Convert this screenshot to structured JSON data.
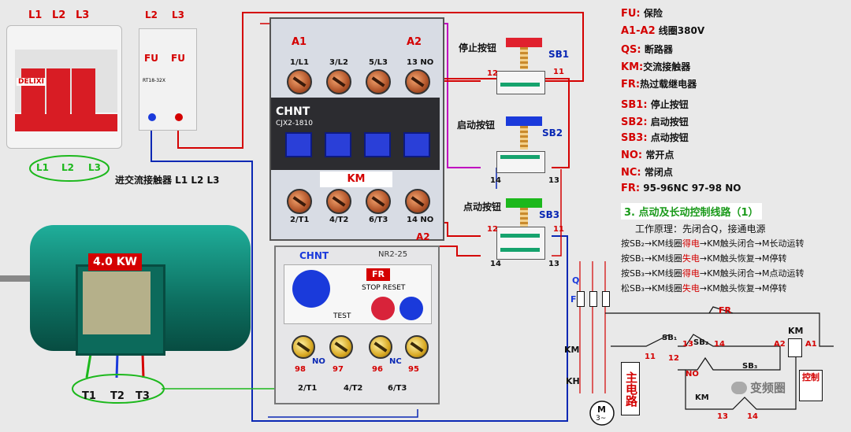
{
  "breaker": {
    "labels": [
      "L1",
      "L2",
      "L3"
    ],
    "brand": "DELIXI",
    "bottom_labels": [
      "L1",
      "L2",
      "L3"
    ]
  },
  "fuse": {
    "labels": [
      "L2",
      "L3"
    ],
    "fu": [
      "FU",
      "FU"
    ],
    "model": "RT18-32X"
  },
  "caption_inlet": "进交流接触器 L1 L2 L3",
  "contactor": {
    "brand": "CHNT",
    "model": "CJX2-1810",
    "km": "KM",
    "a1": "A1",
    "a2": "A2",
    "top_terms": [
      "1/L1",
      "3/L2",
      "5/L3",
      "13 NO"
    ],
    "bottom_terms": [
      "2/T1",
      "4/T2",
      "6/T3",
      "14 NO"
    ],
    "a2_bottom": "A2"
  },
  "overload": {
    "brand": "CHNT",
    "model": "NR2-25",
    "fr": "FR",
    "stop_reset": "STOP RESET",
    "test": "TEST",
    "nums": [
      "98",
      "97",
      "96",
      "95"
    ],
    "no": "NO",
    "nc": "NC",
    "bottom_terms": [
      "2/T1",
      "4/T2",
      "6/T3"
    ]
  },
  "motor": {
    "power": "4.0 KW",
    "terms": [
      "T1",
      "T2",
      "T3"
    ]
  },
  "buttons": {
    "stop": {
      "label": "停止按钮",
      "sb": "SB1",
      "pins": [
        "12",
        "11"
      ]
    },
    "start": {
      "label": "启动按钮",
      "sb": "SB2",
      "pins": [
        "14",
        "13"
      ]
    },
    "jog": {
      "label": "点动按钮",
      "sb": "SB3",
      "pins": [
        "12",
        "11",
        "14",
        "13"
      ]
    }
  },
  "legend": [
    {
      "k": "FU:",
      "v": "保险"
    },
    {
      "k": "A1-A2",
      "v": "线圈380V"
    },
    {
      "k": "QS:",
      "v": "断路器"
    },
    {
      "k": "KM:",
      "v": "交流接触器"
    },
    {
      "k": "FR:",
      "v": "热过载继电器"
    },
    {
      "k": "SB1:",
      "v": "停止按钮"
    },
    {
      "k": "SB2:",
      "v": "启动按钮"
    },
    {
      "k": "SB3:",
      "v": "点动按钮"
    },
    {
      "k": "NO:",
      "v": "常开点"
    },
    {
      "k": "NC:",
      "v": "常闭点"
    },
    {
      "k": "FR:",
      "v": "95-96NC  97-98 NO"
    }
  ],
  "section_title": "3. 点动及长动控制线路（1）",
  "principle": "工作原理：先闭合Q，接通电源",
  "steps": [
    {
      "a": "按SB₂→KM线圈",
      "b": "得电",
      "c": "→KM触头闭合→M长动运转"
    },
    {
      "a": "按SB₁→KM线圈",
      "b": "失电",
      "c": "→KM触头恢复→M停转"
    },
    {
      "a": "按SB₃→KM线圈",
      "b": "得电",
      "c": "→KM触头闭合→M点动运转"
    },
    {
      "a": "松SB₃→KM线圈",
      "b": "失电",
      "c": "→KM触头恢复→M停转"
    }
  ],
  "schematic": {
    "q": "Q",
    "fu": "FU",
    "km": "KM",
    "kh": "KH",
    "main": "主电路",
    "motor": "M",
    "motor_sub": "3~",
    "fr": "FR",
    "sb1": "SB₁",
    "sb2": "SB₂",
    "sb3": "SB₃",
    "km_coil": "KM",
    "a1": "A1",
    "a2": "A2",
    "n11": "11",
    "n12": "12",
    "n13": "13",
    "n14": "14",
    "no": "NO",
    "control": "控制",
    "km2": "KM",
    "n13b": "13",
    "n14b": "14"
  },
  "watermark": "变频圈"
}
